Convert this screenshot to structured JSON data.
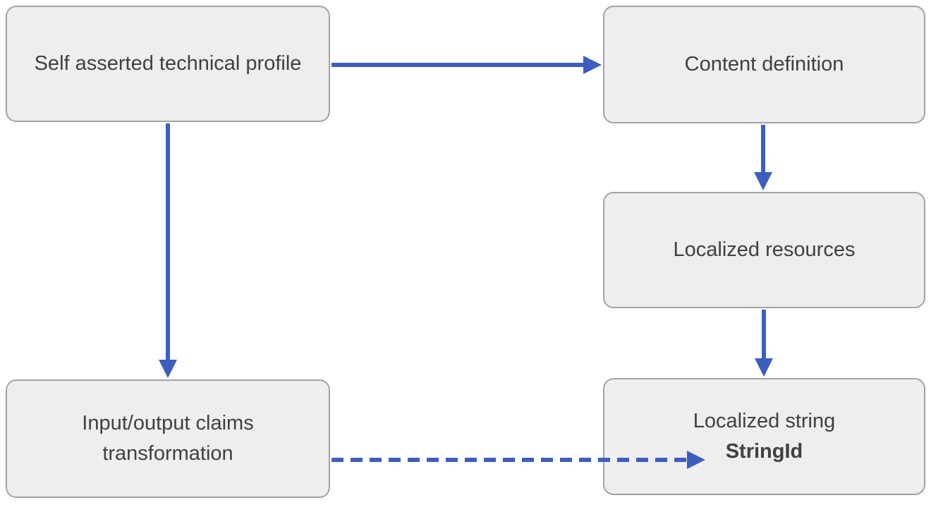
{
  "theme": {
    "background": "#ffffff",
    "box_fill": "#eeeeee",
    "box_border": "#a3a3a3",
    "text_color": "#404040",
    "arrow_color": "#3d5ebe"
  },
  "diagram": {
    "nodes": [
      {
        "id": "self-asserted-technical-profile",
        "label": "Self asserted technical profile"
      },
      {
        "id": "content-definition",
        "label": "Content definition"
      },
      {
        "id": "localized-resources",
        "label": "Localized resources"
      },
      {
        "id": "input-output-claims-transformation",
        "label": "Input/output claims transformation"
      },
      {
        "id": "localized-string",
        "label": "Localized string",
        "sublabel": "StringId"
      }
    ],
    "edges": [
      {
        "from": "self-asserted-technical-profile",
        "to": "content-definition",
        "style": "solid",
        "direction": "right"
      },
      {
        "from": "self-asserted-technical-profile",
        "to": "input-output-claims-transformation",
        "style": "solid",
        "direction": "down"
      },
      {
        "from": "content-definition",
        "to": "localized-resources",
        "style": "solid",
        "direction": "down"
      },
      {
        "from": "localized-resources",
        "to": "localized-string",
        "style": "solid",
        "direction": "down"
      },
      {
        "from": "input-output-claims-transformation",
        "to": "localized-string",
        "style": "dashed",
        "direction": "right",
        "points_at": "StringId"
      }
    ]
  }
}
